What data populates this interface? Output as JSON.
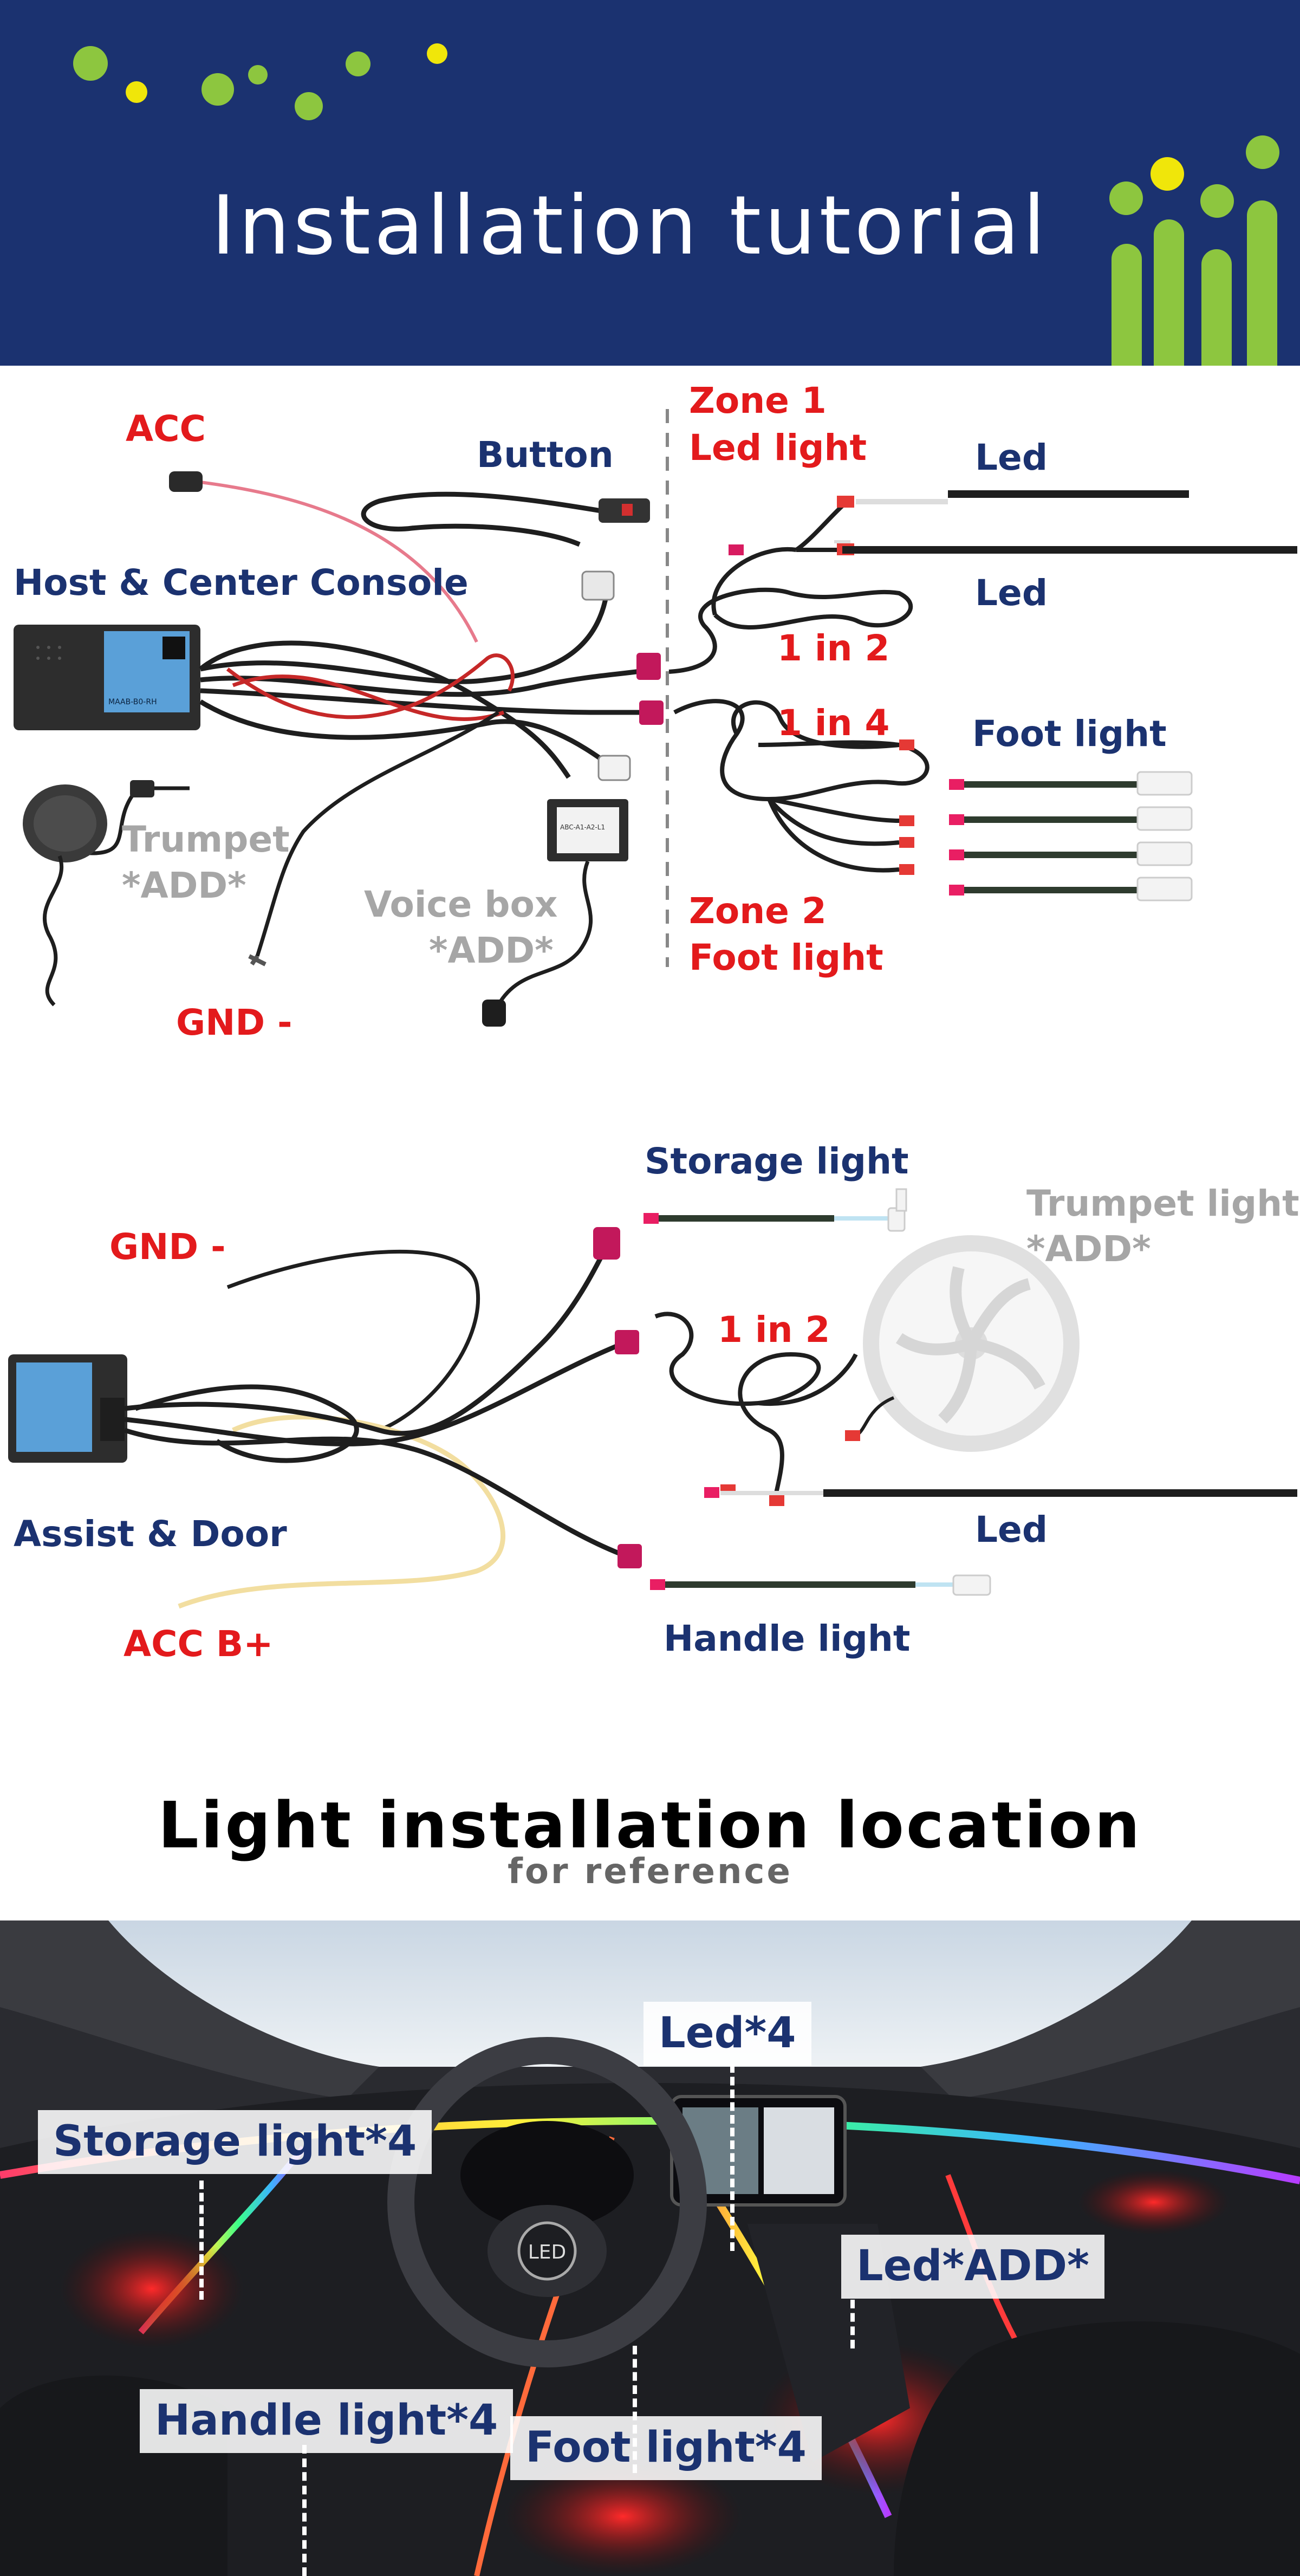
{
  "header": {
    "title": "Installation tutorial",
    "brand_green": "#8dc63f",
    "brand_yellow": "#f0e60a",
    "background": "#1b3270"
  },
  "diagram_main": {
    "acc": "ACC",
    "button": "Button",
    "host": "Host & Center Console",
    "trumpet": "Trumpet",
    "trumpet_add": "*ADD*",
    "voice_box": "Voice box",
    "voice_add": "*ADD*",
    "gnd": "GND -",
    "zone1_line1": "Zone 1",
    "zone1_line2": "Led light",
    "led_top": "Led",
    "led_second": "Led",
    "one_in_two": "1 in 2",
    "one_in_four": "1 in 4",
    "foot_light": "Foot light",
    "zone2_line1": "Zone 2",
    "zone2_line2": "Foot light",
    "module_code_1": "MAAB-B0-RH",
    "module_code_2": "ABC-A1-A2-L1"
  },
  "diagram_assist": {
    "storage_light": "Storage light",
    "trumpet_light": "Trumpet light",
    "trumpet_light_add": "*ADD*",
    "gnd": "GND -",
    "one_in_two": "1 in 2",
    "assist_door": "Assist & Door",
    "led": "Led",
    "acc_b": "ACC B+",
    "handle_light": "Handle light"
  },
  "location": {
    "title": "Light installation location",
    "subtitle": "for reference",
    "callouts": {
      "led4": "Led*4",
      "storage4": "Storage light*4",
      "led_add": "Led*ADD*",
      "handle4": "Handle light*4",
      "foot4": "Foot light*4"
    },
    "steering_logo": "LED"
  }
}
